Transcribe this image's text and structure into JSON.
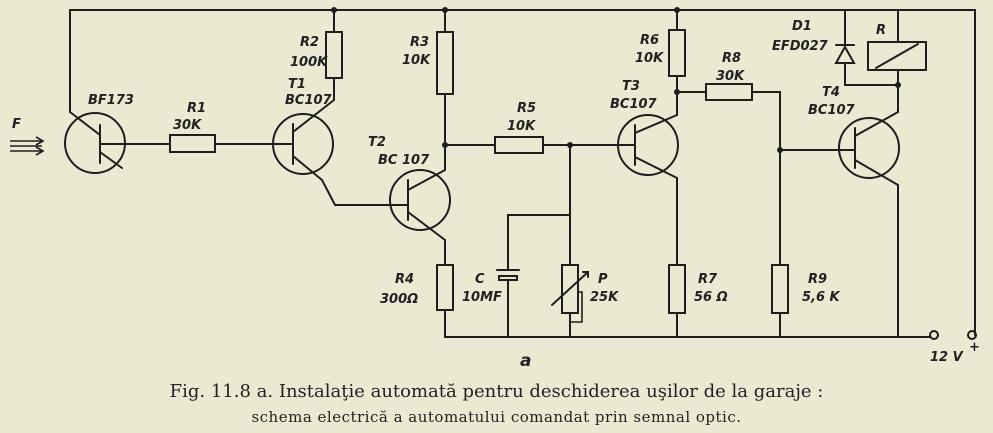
{
  "light": "F",
  "bf173": "BF173",
  "r1": {
    "name": "R1",
    "value": "30K"
  },
  "r2": {
    "name": "R2",
    "value": "100K"
  },
  "t1": {
    "name": "T1",
    "type": "BC107"
  },
  "r3": {
    "name": "R3",
    "value": "10K"
  },
  "t2": {
    "name": "T2",
    "type": "BC 107"
  },
  "r5": {
    "name": "R5",
    "value": "10K"
  },
  "r4": {
    "name": "R4",
    "value": "300Ω"
  },
  "c": {
    "name": "C",
    "value": "10MF"
  },
  "p": {
    "name": "P",
    "value": "25K"
  },
  "r6": {
    "name": "R6",
    "value": "10K"
  },
  "t3": {
    "name": "T3",
    "type": "BC107"
  },
  "r8": {
    "name": "R8",
    "value": "30K"
  },
  "r7": {
    "name": "R7",
    "value": "56 Ω"
  },
  "d1": {
    "name": "D1",
    "type": "EFD027"
  },
  "relay": "R",
  "t4": {
    "name": "T4",
    "type": "BC107"
  },
  "r9": {
    "name": "R9",
    "value": "5,6 K"
  },
  "supply": "12 V",
  "supply_plus": "+",
  "sub": "a",
  "caption": {
    "line1": "Fig. 11.8 a. Instalaţie automată pentru deschiderea uşilor de la garaje :",
    "line2": "schema electrică a automatului comandat prin semnal optic."
  }
}
